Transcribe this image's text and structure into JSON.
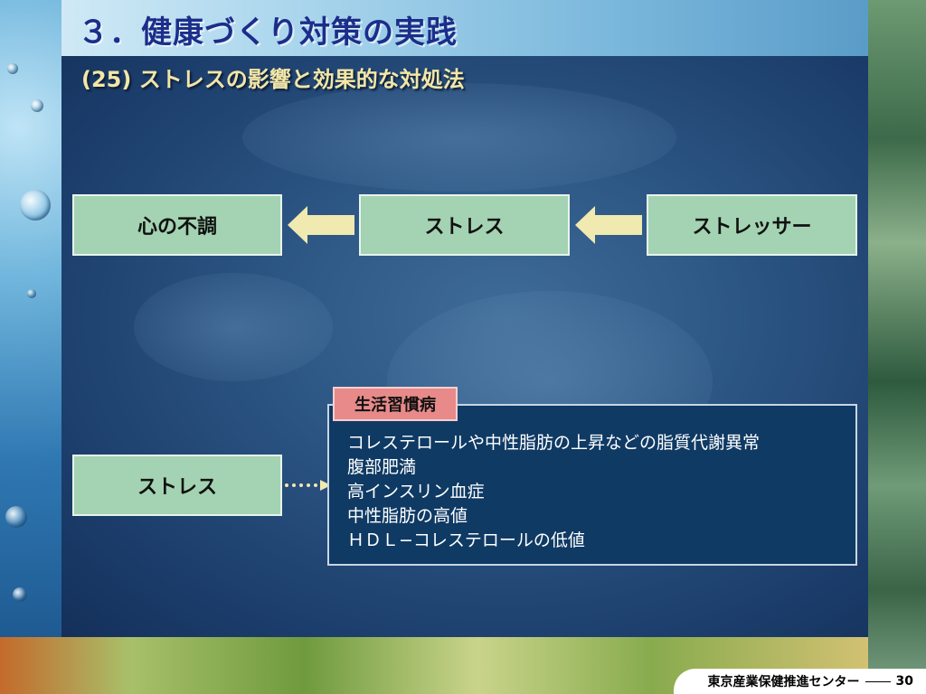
{
  "slide": {
    "title": "３．健康づくり対策の実践",
    "subtitle": "(25) ストレスの影響と効果的な対処法"
  },
  "flow": {
    "box_left": "心の不調",
    "box_middle": "ストレス",
    "box_right": "ストレッサー"
  },
  "lower": {
    "stress_box": "ストレス",
    "tag": "生活習慣病",
    "items": [
      "コレステロールや中性脂肪の上昇などの脂質代謝異常",
      "腹部肥満",
      "高インスリン血症",
      "中性脂肪の高値",
      "ＨＤＬ−コレステロールの低値"
    ]
  },
  "footer": {
    "org": "東京産業保健推進センター",
    "page": "30"
  },
  "colors": {
    "box_fill": "#a3d3b2",
    "arrow_fill": "#f0e9b0",
    "tag_fill": "#e88a8a",
    "detail_fill": "#0f3a64",
    "title_color": "#1b2e8a",
    "subtitle_color": "#f3e6a6"
  }
}
